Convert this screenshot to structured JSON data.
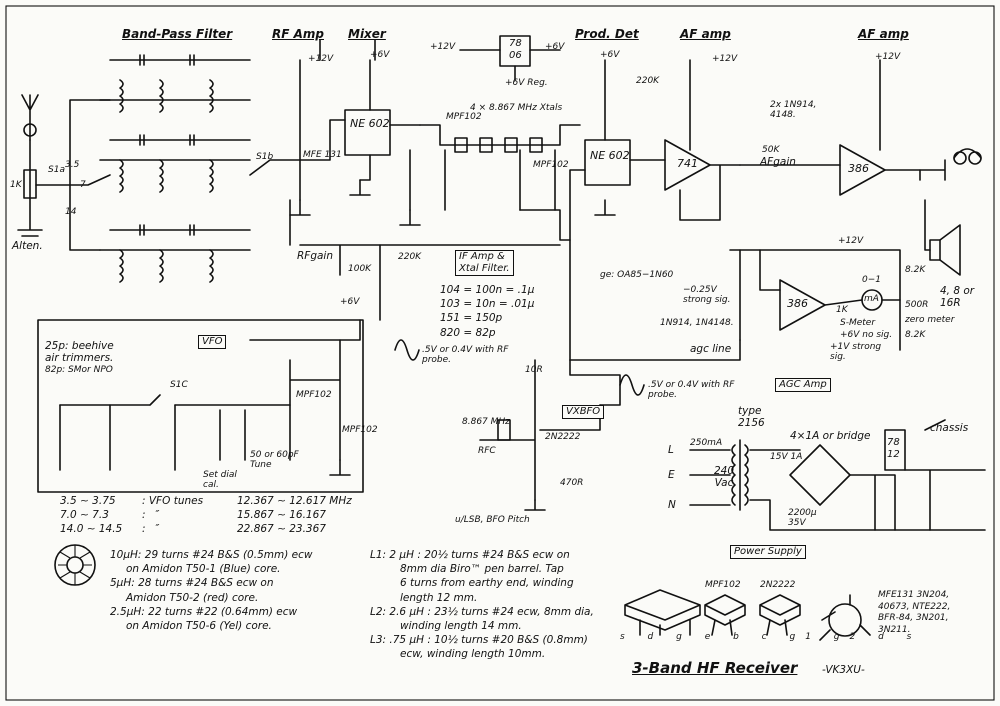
{
  "title": "3-Band HF Receiver",
  "author": "-VK3XU-",
  "blocks": {
    "bpf": "Band-Pass Filter",
    "rfamp": "RF Amp",
    "mixer": "Mixer",
    "proddet": "Prod. Det",
    "afamp1": "AF amp",
    "afamp2": "AF amp",
    "vfo": "VFO",
    "ifamp_line1": "IF Amp &",
    "ifamp_line2": "Xtal Filter.",
    "vxbfo": "VXBFO",
    "agcamp": "AGC Amp",
    "psu": "Power Supply"
  },
  "parts": {
    "ne602_mix": "NE 602",
    "ne602_det": "NE 602",
    "mfe131": "MFE 131",
    "mpf102_if": "MPF102",
    "mpf102_if2": "MPF102",
    "mpf102_vfo1": "MPF102",
    "mpf102_vfo2": "MPF102",
    "ic741": "741",
    "ic386a": "386",
    "ic386b": "386",
    "reg7806_a": "78",
    "reg7806_b": "06",
    "reg7812": "78 12",
    "transistor_2n2222": "2N2222",
    "xtals": "4 × 8.867 MHz Xtals",
    "bfo_xtal": "8.867 MHz",
    "rfc": "RFC",
    "chassis": "chassis",
    "bridge": "4×1A or bridge",
    "transformer_v": "240 Vac",
    "transformer_type": "type 2156",
    "fuse": "250mA",
    "sec_v": "15V 1A",
    "cap_big": "2200µ 35V",
    "speaker": "4, 8 or 16R",
    "smeter": "mA",
    "smeter_range": "0−1"
  },
  "labels": {
    "plus12_1": "+12V",
    "plus12_2": "+12V",
    "plus12_3": "+12V",
    "plus12_4": "+12V",
    "plus12_5": "+12V",
    "plus6_1": "+6V",
    "plus6_2": "+6V",
    "plus6_3": "+6V",
    "plus6_4": "+6V",
    "plus6_reg": "+6V Reg.",
    "rfgain": "RFgain",
    "afgain": "AFgain",
    "r100k": "100K",
    "r220k": "220K",
    "r220k_2": "220K",
    "r10r": "10R",
    "r1k": "1K",
    "r50k": "50K",
    "r8_2k": "8.2K",
    "r8_2k_2": "8.2K",
    "r500r": "500R",
    "r470r": "470R",
    "zero_meter": "zero meter",
    "agc_line": "agc line",
    "ge_note": "ge: OA85−1N60",
    "smeter_label": "S-Meter",
    "no_sig": "+6V no sig.",
    "strong": "+1V strong sig.",
    "strong_sig": "−0.25V strong sig.",
    "diodes1": "1N914, 1N4148.",
    "diodes2": "2x 1N914, 4148.",
    "probe1": ".5V or 0.4V with RF probe.",
    "probe2": ".5V or 0.4V with RF probe.",
    "alten": "Alten.",
    "alten_r": "1K",
    "sw1a": "S1a",
    "sw1b": "S1b",
    "sw1c": "S1C",
    "b35": "3.5",
    "b7": "7",
    "b14": "14",
    "bfo_pitch": "u/LSB, BFO Pitch",
    "tune": "50 or 60pF Tune",
    "setdial": "Set dial cal.",
    "beehive": "25p: beehive",
    "trimmers": "air trimmers.",
    "smnpo": "82p: SMor NPO",
    "L": "L",
    "E": "E",
    "N": "N"
  },
  "codes": [
    [
      "104 = 100n =",
      ".1µ"
    ],
    [
      "103 = 10n =",
      ".01µ"
    ],
    [
      "151 = 150p",
      ""
    ],
    [
      "820 = 82p",
      ""
    ]
  ],
  "vfo_tunes": [
    [
      "3.5 ∼ 3.75",
      ": VFO tunes",
      "12.367 ∼ 12.617 MHz"
    ],
    [
      "7.0 ∼ 7.3",
      ":   ″",
      "15.867 ∼ 16.167"
    ],
    [
      "14.0 ∼ 14.5",
      ":   ″",
      "22.867 ∼ 23.367"
    ]
  ],
  "coil_notes": [
    [
      "10µH",
      ": 29 turns #24 B&S (0.5mm) ecw",
      "on Amidon T50-1 (Blue) core."
    ],
    [
      "5µH",
      ": 28 turns #24 B&S ecw on",
      "Amidon T50-2 (red) core."
    ],
    [
      "2.5µH",
      ": 22 turns #22 (0.64mm) ecw",
      "on Amidon T50-6 (Yel) core."
    ]
  ],
  "L_notes": [
    [
      "L1",
      ": 2 µH : 20½ turns #24 B&S ecw on",
      "8mm dia Biro™ pen barrel. Tap",
      "6 turns from earthy end, winding",
      "length 12 mm."
    ],
    [
      "L2",
      ": 2.6 µH : 23½ turns #24 ecw, 8mm dia,",
      "winding length 14 mm."
    ],
    [
      "L3",
      ": .75 µH : 10½ turns #20 B&S (0.8mm)",
      "ecw, winding length 10mm."
    ]
  ],
  "pinouts": {
    "mpf102": "MPF102",
    "t2n2222": "2N2222",
    "equiv": [
      "MFE131   3N204,",
      "40673,  NTE222,",
      "BFR-84, 3N201,",
      "3N211."
    ],
    "pins": [
      "s",
      "d",
      "g",
      "e",
      "b",
      "c",
      "g1",
      "g2",
      "d",
      "s"
    ]
  }
}
